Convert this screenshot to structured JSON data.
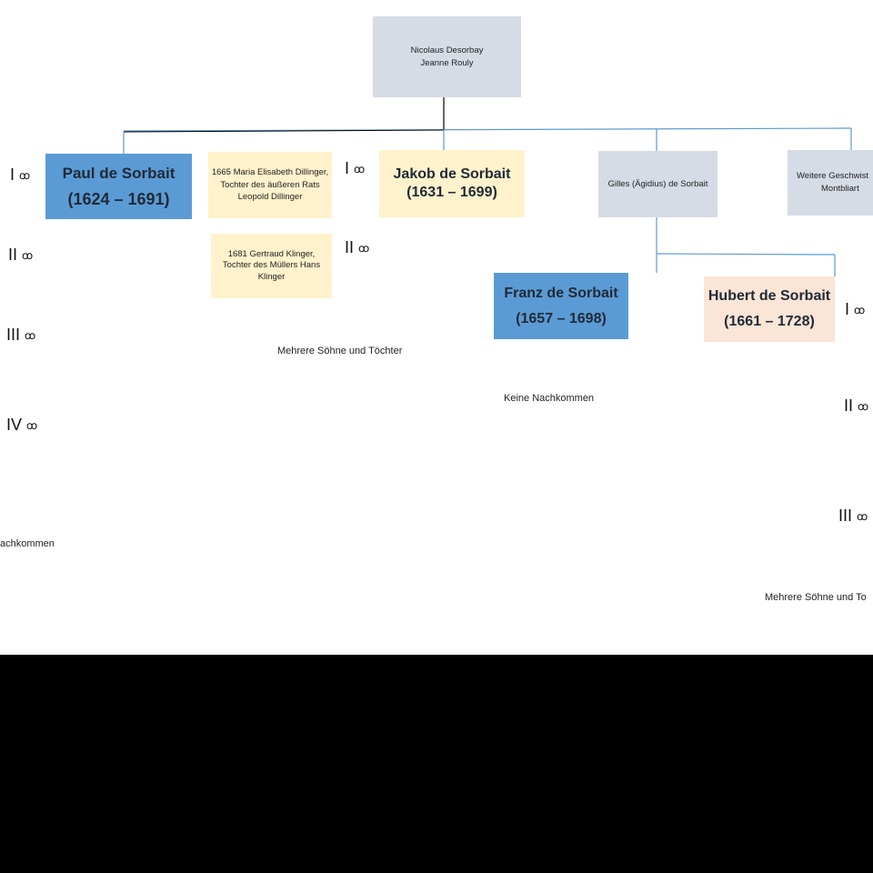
{
  "root": {
    "line1": "Nicolaus Desorbay",
    "line2": "Jeanne Rouly"
  },
  "paul": {
    "name": "Paul de Sorbait",
    "years": "(1624 – 1691)"
  },
  "spouses_paul": [
    {
      "line1": "1665 Maria Elisabeth Dillinger,",
      "line2": "Tochter des äußeren Rats",
      "line3": "Leopold Dillinger"
    },
    {
      "line1": "1681 Gertraud Klinger,",
      "line2": "Tochter des Müllers Hans",
      "line3": "Klinger"
    }
  ],
  "jakob": {
    "name": "Jakob de Sorbait",
    "years": "(1631 – 1699)"
  },
  "gilles": {
    "label": "Gilles (Ägidius) de Sorbait"
  },
  "siblings": {
    "line1": "Weitere Geschwist",
    "line2": "Montbliart"
  },
  "franz": {
    "name": "Franz de Sorbait",
    "years": "(1657 – 1698)"
  },
  "hubert": {
    "name": "Hubert de Sorbait",
    "years": "(1661 – 1728)"
  },
  "marriage_marks": {
    "left": [
      "I",
      "II",
      "III",
      "IV"
    ],
    "jakob": [
      "I",
      "II"
    ],
    "hubert": [
      "I",
      "II",
      "III"
    ],
    "rings": "ꝏ"
  },
  "notes": {
    "jakob_children": "Mehrere  Söhne und Töchter",
    "franz_children": "Keine Nachkommen",
    "paul_children": "achkommen",
    "hubert_children": "Mehrere  Söhne und To"
  },
  "colors": {
    "grey": "#d6dce5",
    "yellow": "#fff2cc",
    "blue": "#5b9bd5",
    "peach": "#fbe5d6",
    "connector": "#5b9bd5"
  }
}
